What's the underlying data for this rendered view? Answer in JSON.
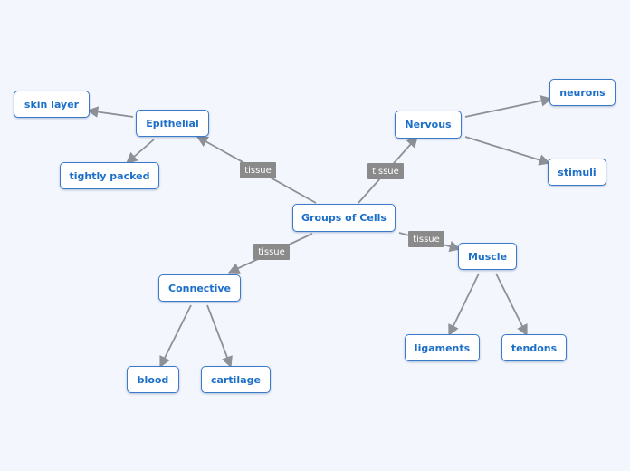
{
  "nodes": {
    "center": "Groups of Cells",
    "epithelial": "Epithelial",
    "skin_layer": "skin layer",
    "tightly_packed": "tightly packed",
    "nervous": "Nervous",
    "neurons": "neurons",
    "stimuli": "stimuli",
    "connective": "Connective",
    "blood": "blood",
    "cartilage": "cartilage",
    "muscle": "Muscle",
    "ligaments": "ligaments",
    "tendons": "tendons"
  },
  "relations": {
    "epithelial": "tissue",
    "nervous": "tissue",
    "connective": "tissue",
    "muscle": "tissue"
  },
  "colors": {
    "node_text": "#1c6fc8",
    "node_border": "#3a7ac9",
    "edge": "#8d9097",
    "tag_bg": "#8a8a8a",
    "background": "#f3f6fd"
  }
}
